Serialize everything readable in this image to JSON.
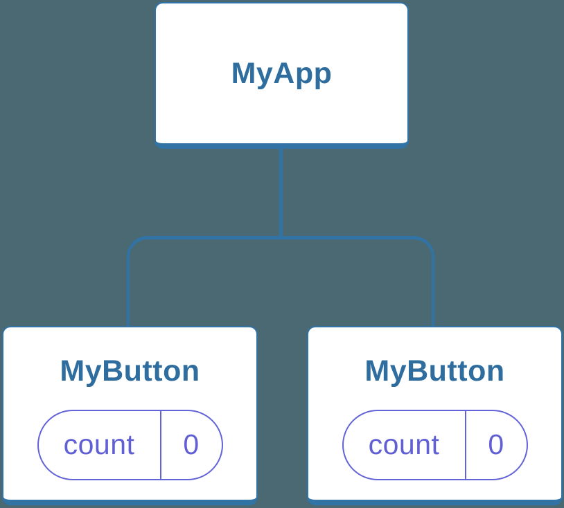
{
  "diagram": {
    "type": "component-tree",
    "colors": {
      "background": "#4B6973",
      "node_fill": "#FFFFFF",
      "node_border": "#3173A5",
      "connector": "#3173A5",
      "node_label_text": "#2E6D9E",
      "state_pill_border": "#6363D8",
      "state_pill_text": "#6060D4"
    },
    "tree": {
      "root": {
        "label": "MyApp"
      },
      "children": [
        {
          "label": "MyButton",
          "state": {
            "name": "count",
            "value": "0"
          }
        },
        {
          "label": "MyButton",
          "state": {
            "name": "count",
            "value": "0"
          }
        }
      ]
    }
  }
}
